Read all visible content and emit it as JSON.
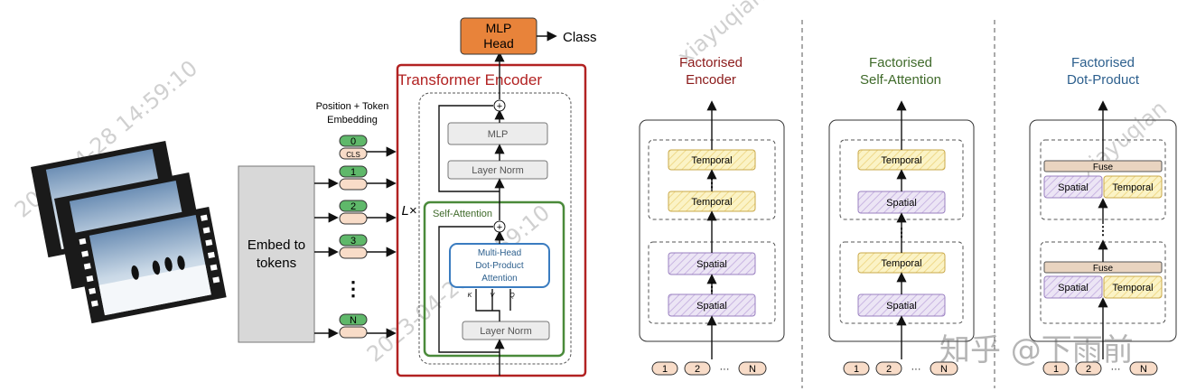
{
  "vivit": {
    "head": {
      "line1": "MLP",
      "line2": "Head"
    },
    "output_label": "Class",
    "encoder_title": "Transformer  Encoder",
    "mlp_label": "MLP",
    "layer_norm_top": "Layer Norm",
    "layer_norm_bottom": "Layer Norm",
    "self_attention_label": "Self-Attention",
    "mhdpa": {
      "line1": "Multi-Head",
      "line2": "Dot-Product",
      "line3": "Attention"
    },
    "kvq": [
      "K",
      "V",
      "Q"
    ],
    "repeat_label": "L×",
    "embed": {
      "line1": "Embed to",
      "line2": "tokens"
    },
    "pos_token": {
      "line1": "Position + Token",
      "line2": "Embedding"
    },
    "tokens": [
      "0",
      "1",
      "2",
      "3",
      "N"
    ],
    "cls_label": "CLS",
    "dots": "⋮",
    "plus": "+"
  },
  "variants": [
    {
      "title1": "Factorised",
      "title2": "Encoder",
      "color": "#8b1a1a",
      "top_blocks": [
        "Temporal",
        "Temporal"
      ],
      "bottom_blocks": [
        "Spatial",
        "Spatial"
      ]
    },
    {
      "title1": "Factorised",
      "title2": "Self-Attention",
      "color": "#3f6a2a",
      "top_blocks": [
        "Temporal",
        "Spatial"
      ],
      "bottom_blocks": [
        "Temporal",
        "Spatial"
      ]
    },
    {
      "title1": "Factorised",
      "title2": "Dot-Product",
      "color": "#2c5f8d",
      "fuse": "Fuse",
      "pair": [
        "Spatial",
        "Temporal"
      ]
    }
  ],
  "input_tokens": [
    "1",
    "2",
    "···",
    "N"
  ],
  "watermarks": [
    "2023-04-28  14:59:10",
    "xiayuqian"
  ],
  "zhihu_mark": "知乎 @下雨前",
  "colors": {
    "head": "#e8833a",
    "encoder_border": "#b22222",
    "sa_border": "#4a8a3a",
    "attn_border": "#3a7cc0",
    "token_green": "#5fb86a",
    "token_peach": "#f8dcc8",
    "temporal_fill": "#fbf3c6",
    "spatial_fill": "#e8e0f3",
    "fuse_fill": "#e9d4c0"
  }
}
